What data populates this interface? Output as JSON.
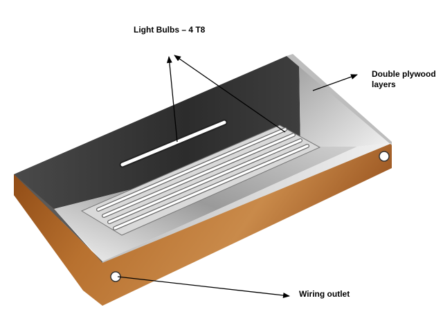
{
  "labels": {
    "bulbs": "Light Bulbs – 4 T8",
    "plywood_line1": "Double plywood",
    "plywood_line2": "layers",
    "wiring": "Wiring outlet"
  },
  "colors": {
    "wood_dark": "#7a3e10",
    "wood_mid": "#b0652a",
    "wood_light": "#c98a4a",
    "metal_dark": "#3a3a3a",
    "metal_mid": "#8c8c8c",
    "metal_light": "#e6e6e6",
    "tube": "#ffffff",
    "annotation": "#000000"
  }
}
